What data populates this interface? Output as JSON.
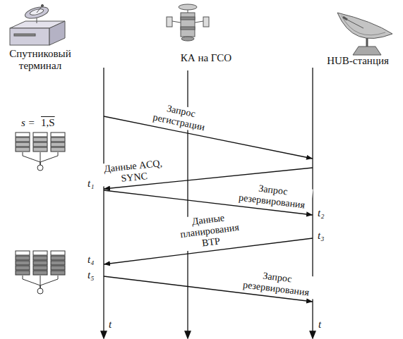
{
  "diagram": {
    "nodes": [
      {
        "text": [
          "Спутниковый терминал"
        ]
      },
      {
        "text": [
          "КА на ГСО"
        ]
      },
      {
        "text": [
          "HUB-станция"
        ]
      }
    ],
    "edges": [
      {
        "from": 0,
        "to": 2,
        "label": "Запрос регистрации",
        "arrow": "to"
      },
      {
        "from": 2,
        "to": 0,
        "label": "Данные ACQ, SYNC",
        "arrow": "to"
      },
      {
        "from": 0,
        "to": 2,
        "label": "Запрос резервирования",
        "arrow": "to"
      },
      {
        "from": 2,
        "to": 0,
        "label": "Данные планирования ВТР",
        "arrow": "to"
      },
      {
        "from": 0,
        "to": 2,
        "label": "Запрос резервирования",
        "arrow": "to"
      }
    ],
    "labels": [
      "s =",
      "1,S",
      "t₁",
      "t₂",
      "t₃",
      "t₄",
      "t₅",
      "t",
      "t"
    ]
  }
}
